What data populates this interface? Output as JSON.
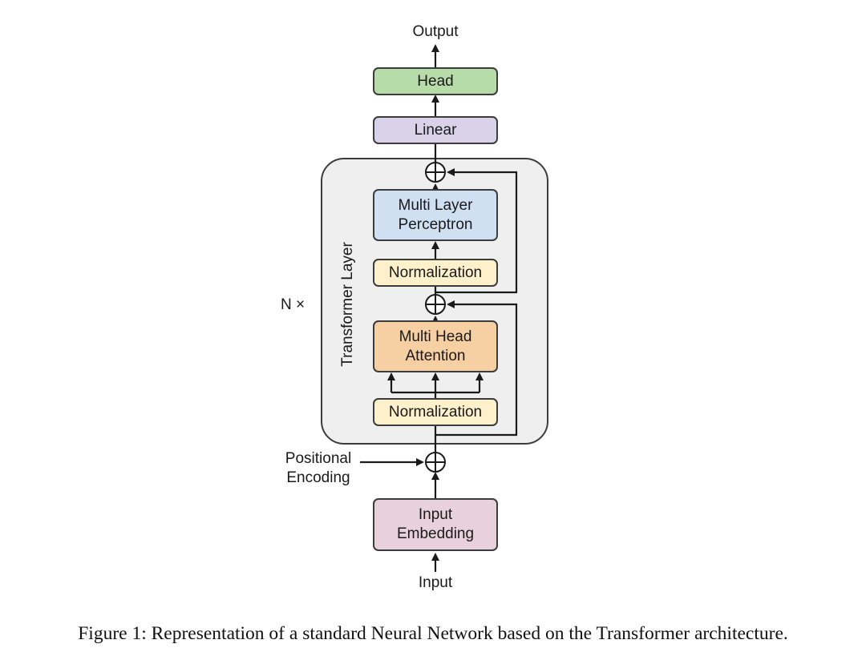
{
  "diagram": {
    "output_label": "Output",
    "input_label": "Input",
    "head_label": "Head",
    "linear_label": "Linear",
    "mlp_label": "Multi Layer\nPerceptron",
    "norm_top_label": "Normalization",
    "mha_label": "Multi Head\nAttention",
    "norm_bottom_label": "Normalization",
    "input_embedding_label": "Input\nEmbedding",
    "positional_encoding_label": "Positional\nEncoding",
    "transformer_layer_label": "Transformer Layer",
    "repeat_label": "N ×",
    "caption": "Figure 1: Representation of a standard Neural Network based on the Transformer architecture.",
    "colors": {
      "head": "#b7dba9",
      "linear": "#d9d2e8",
      "mlp": "#cfe0f3",
      "normalization": "#fdf1cc",
      "mha": "#f6cfa2",
      "input_embedding": "#e8d1dc",
      "layer_bg": "#efefef",
      "stroke": "#3c3c3c"
    }
  }
}
